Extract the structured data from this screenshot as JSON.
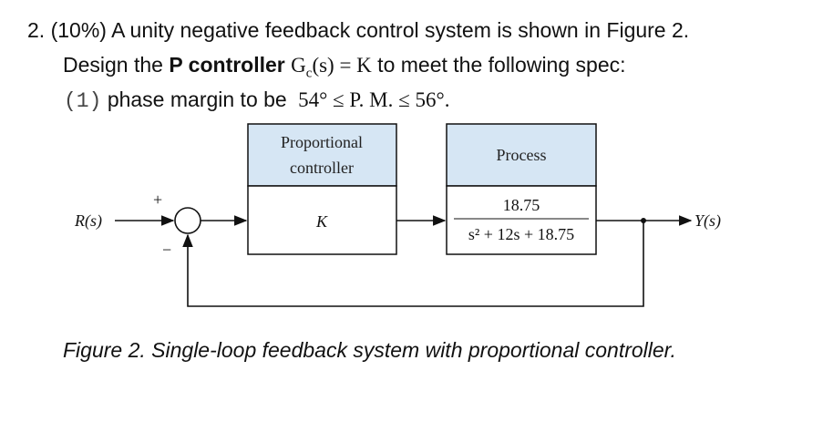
{
  "question": {
    "number": "2.",
    "weight": "(10%)",
    "line1_text": "A unity negative feedback control system is shown in Figure 2.",
    "line2_pre": "Design the ",
    "line2_bold": "P controller",
    "line2_math": "G",
    "line2_sub": "c",
    "line2_math_rest": "(s) = K",
    "line2_post": " to meet the following spec:",
    "spec_index": "(1)",
    "spec_text": "phase margin to be",
    "spec_math": "54° ≤ P. M. ≤ 56°."
  },
  "diagram": {
    "controller_header_line1": "Proportional",
    "controller_header_line2": "controller",
    "process_header": "Process",
    "controller_body": "K",
    "process_numerator": "18.75",
    "process_denominator": "s² + 12s + 18.75",
    "input_label": "R(s)",
    "output_label": "Y(s)",
    "plus_sign": "+",
    "minus_sign": "−",
    "header_fill": "#d6e6f4",
    "line_color": "#111111"
  },
  "caption": {
    "text": "Figure 2. Single-loop feedback system with proportional controller."
  }
}
